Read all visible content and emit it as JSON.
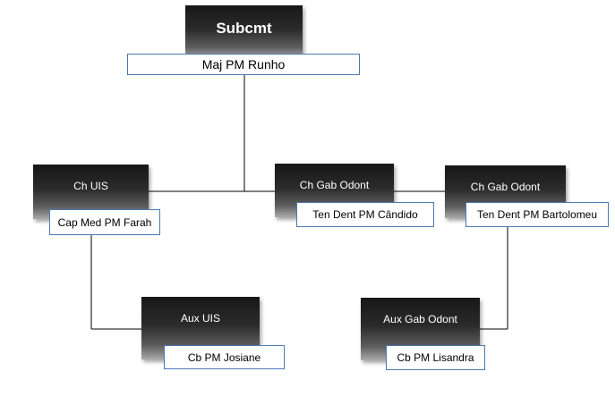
{
  "chart": {
    "root": {
      "title": "Subcmt",
      "name": "Maj PM Runho"
    },
    "uis": {
      "title": "Ch UIS",
      "name": "Cap Med PM Farah"
    },
    "gab_odont_1": {
      "title": "Ch Gab Odont",
      "name": "Ten Dent PM Cândido"
    },
    "gab_odont_2": {
      "title": "Ch Gab Odont",
      "name": "Ten Dent PM Bartolomeu"
    },
    "aux_uis": {
      "title": "Aux UIS",
      "name": "Cb PM Josiane"
    },
    "aux_gab_odont": {
      "title": "Aux Gab Odont",
      "name": "Cb PM Lisandra"
    }
  },
  "colors": {
    "connector": "#000000",
    "name_border": "#4a78b5",
    "box_dark": "#171717"
  }
}
